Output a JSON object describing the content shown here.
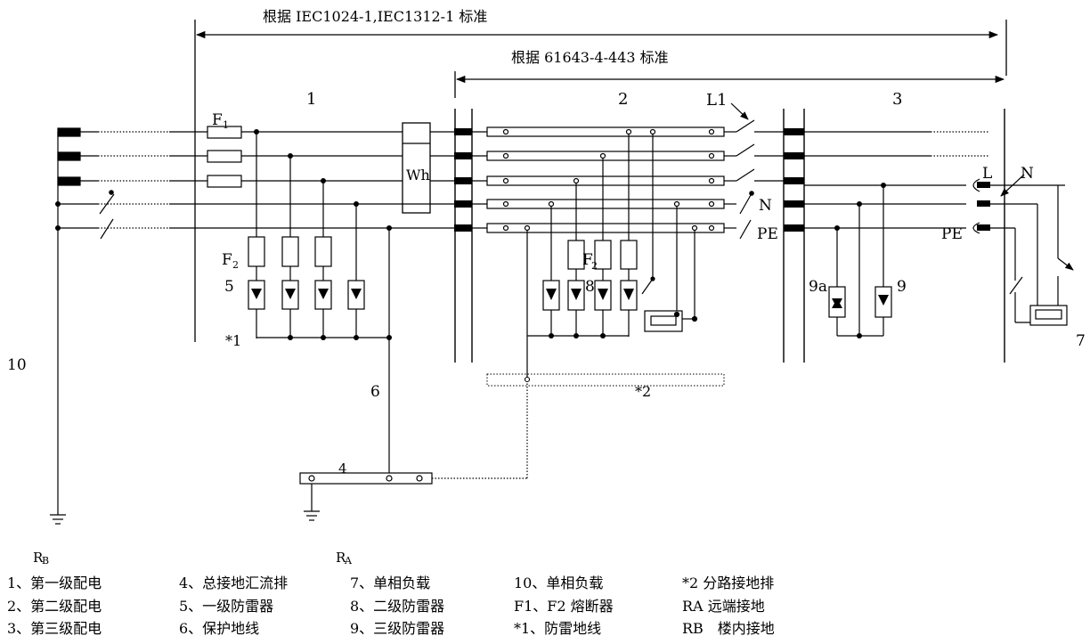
{
  "top_standard": "根据 IEC1024-1,IEC1312-1 标准",
  "mid_standard": "根据 61643-4-443 标准",
  "labels": {
    "zone1": "1",
    "zone2": "2",
    "zone3": "3",
    "f1": "F",
    "f1_sub": "1",
    "f2_left": "F",
    "f2_left_sub": "2",
    "f2_right": "F",
    "f2_right_sub": "2",
    "item5": "5",
    "item8": "8",
    "item9a": "9a",
    "item9": "9",
    "item6": "6",
    "item4": "4",
    "item7": "7",
    "item10": "10",
    "star1": "*1",
    "star2": "*2",
    "wh": "Wh",
    "l1": "L1",
    "n_switch": "N",
    "pe_switch": "PE",
    "l_socket": "L",
    "n_socket": "N",
    "pe_socket": "PE",
    "rb": "R",
    "rb_sub": "B",
    "ra": "R",
    "ra_sub": "A"
  },
  "legend": [
    [
      "1、第一级配电",
      "4、总接地汇流排",
      "7、单相负载",
      "10、单相负载",
      "*2 分路接地排"
    ],
    [
      "2、第二级配电",
      "5、一级防雷器",
      "8、二级防雷器",
      "F1、F2 熔断器",
      "RA 远端接地"
    ],
    [
      "3、第三级配电",
      "6、保护地线",
      "9、三级防雷器",
      "*1、防雷地线",
      "RB　楼内接地"
    ]
  ]
}
